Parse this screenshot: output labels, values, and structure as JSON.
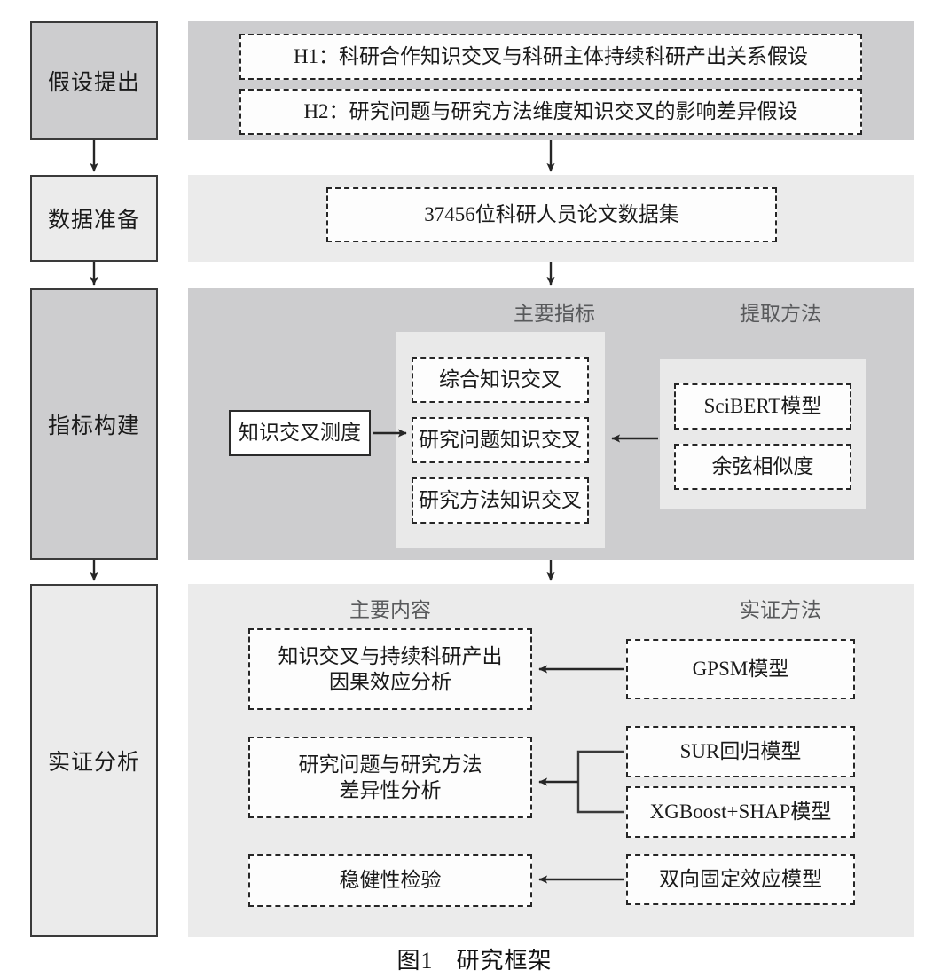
{
  "figure": {
    "caption_label": "图1",
    "caption_title": "研究框架"
  },
  "stages": [
    {
      "name": "hypothesis",
      "label": "假设提出",
      "tone": "dark"
    },
    {
      "name": "data",
      "label": "数据准备",
      "tone": "light"
    },
    {
      "name": "indicator",
      "label": "指标构建",
      "tone": "dark"
    },
    {
      "name": "empirical",
      "label": "实证分析",
      "tone": "light"
    }
  ],
  "hypothesis_section": {
    "items": [
      {
        "label": "H1：科研合作知识交叉与科研主体持续科研产出关系假设"
      },
      {
        "label": "H2：研究问题与研究方法维度知识交叉的影响差异假设"
      }
    ]
  },
  "data_section": {
    "items": [
      {
        "label": "37456位科研人员论文数据集"
      }
    ]
  },
  "indicator_section": {
    "column_headers": {
      "main_metrics": "主要指标",
      "extraction_methods": "提取方法"
    },
    "source_box": {
      "label": "知识交叉测度"
    },
    "metrics": [
      {
        "label": "综合知识交叉"
      },
      {
        "label": "研究问题知识交叉"
      },
      {
        "label": "研究方法知识交叉"
      }
    ],
    "methods": [
      {
        "label": "SciBERT模型"
      },
      {
        "label": "余弦相似度"
      }
    ]
  },
  "empirical_section": {
    "column_headers": {
      "main_content": "主要内容",
      "empirical_methods": "实证方法"
    },
    "contents": [
      {
        "label": "知识交叉与持续科研产出\n因果效应分析",
        "line1": "知识交叉与持续科研产出",
        "line2": "因果效应分析"
      },
      {
        "label": "研究问题与研究方法\n差异性分析",
        "line1": "研究问题与研究方法",
        "line2": "差异性分析"
      },
      {
        "label": "稳健性检验",
        "line1": "稳健性检验",
        "line2": ""
      }
    ],
    "methods": [
      {
        "label": "GPSM模型"
      },
      {
        "label": "SUR回归模型"
      },
      {
        "label": "XGBoost+SHAP模型"
      },
      {
        "label": "双向固定效应模型"
      }
    ]
  },
  "colors": {
    "band_dark": "#cdcdcf",
    "band_light": "#ebebeb",
    "panel": "#e9e9e9",
    "node_border": "#262626",
    "stage_border": "#3a3a3a",
    "caption_text": "#58595b",
    "arrow": "#262626"
  }
}
